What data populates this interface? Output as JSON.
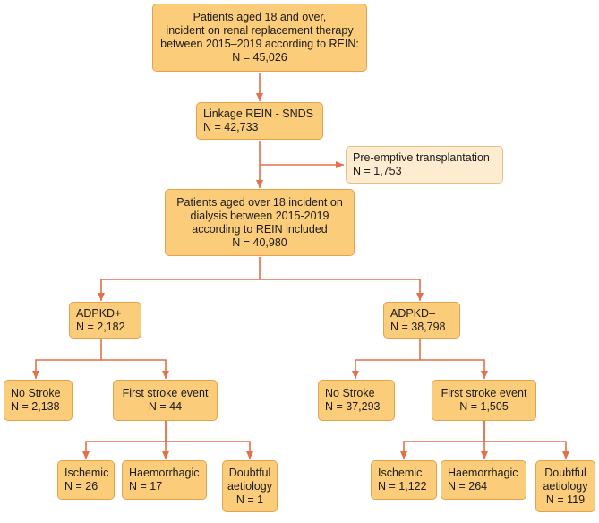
{
  "boxes": {
    "top": [
      "Patients aged 18 and over,",
      "incident on renal replacement therapy",
      "between 2015–2019 according to REIN:",
      "N = 45,026"
    ],
    "linkage": [
      "Linkage REIN - SNDS",
      "N = 42,733"
    ],
    "preemptive": [
      "Pre-emptive transplantation",
      "N = 1,753"
    ],
    "dialysis": [
      "Patients aged over 18 incident on",
      "dialysis between 2015-2019",
      "according to REIN included",
      "N = 40,980"
    ],
    "adpkd_pos": [
      "ADPKD+",
      "N = 2,182"
    ],
    "adpkd_neg": [
      "ADPKD–",
      "N = 38,798"
    ],
    "pos_nostroke": [
      "No Stroke",
      "N = 2,138"
    ],
    "pos_first": [
      "First stroke event",
      "N = 44"
    ],
    "neg_nostroke": [
      "No Stroke",
      "N = 37,293"
    ],
    "neg_first": [
      "First stroke event",
      "N = 1,505"
    ],
    "pos_ischemic": [
      "Ischemic",
      "N = 26"
    ],
    "pos_haem": [
      "Haemorrhagic",
      "N = 17"
    ],
    "pos_doubt": [
      "Doubtful",
      "aetiology",
      "N = 1"
    ],
    "neg_ischemic": [
      "Ischemic",
      "N = 1,122"
    ],
    "neg_haem": [
      "Haemorrhagic",
      "N = 264"
    ],
    "neg_doubt": [
      "Doubtful",
      "aetiology",
      "N = 119"
    ]
  },
  "colors": {
    "box_fill": "#fbcc7a",
    "box_border": "#e3a24e",
    "light_box_fill": "#fdeccf",
    "arrow": "#e2704a"
  }
}
